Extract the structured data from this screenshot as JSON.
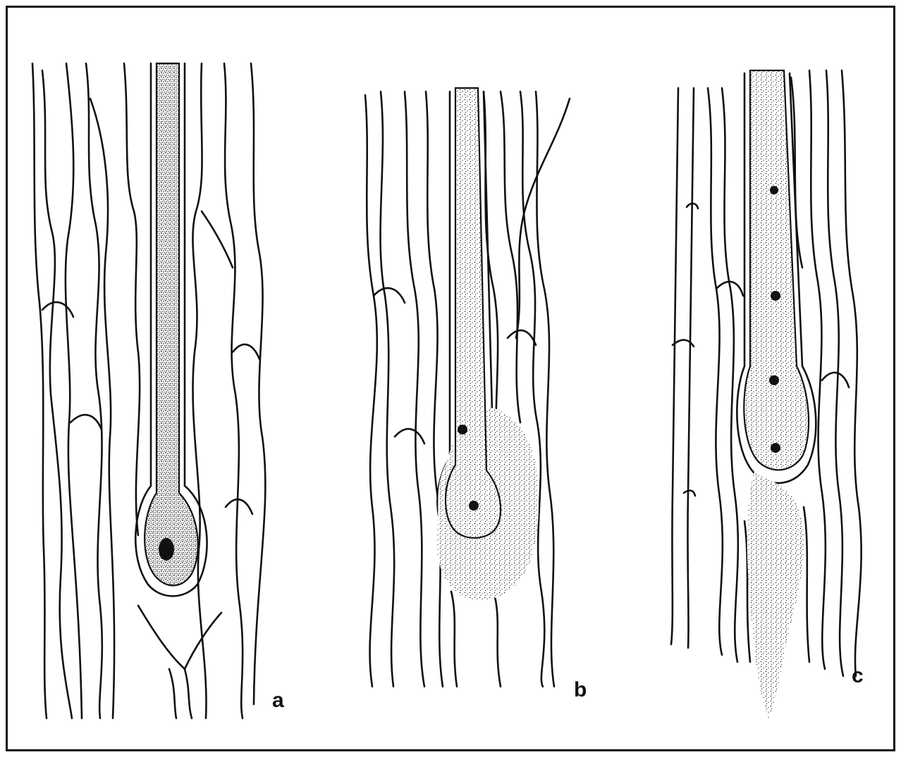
{
  "figure": {
    "panels": [
      {
        "id": "a",
        "label": "a"
      },
      {
        "id": "b",
        "label": "b"
      },
      {
        "id": "c",
        "label": "c"
      }
    ],
    "colors": {
      "ink": "#111111",
      "paper": "#ffffff",
      "stipple": "#1a1a1a"
    }
  }
}
